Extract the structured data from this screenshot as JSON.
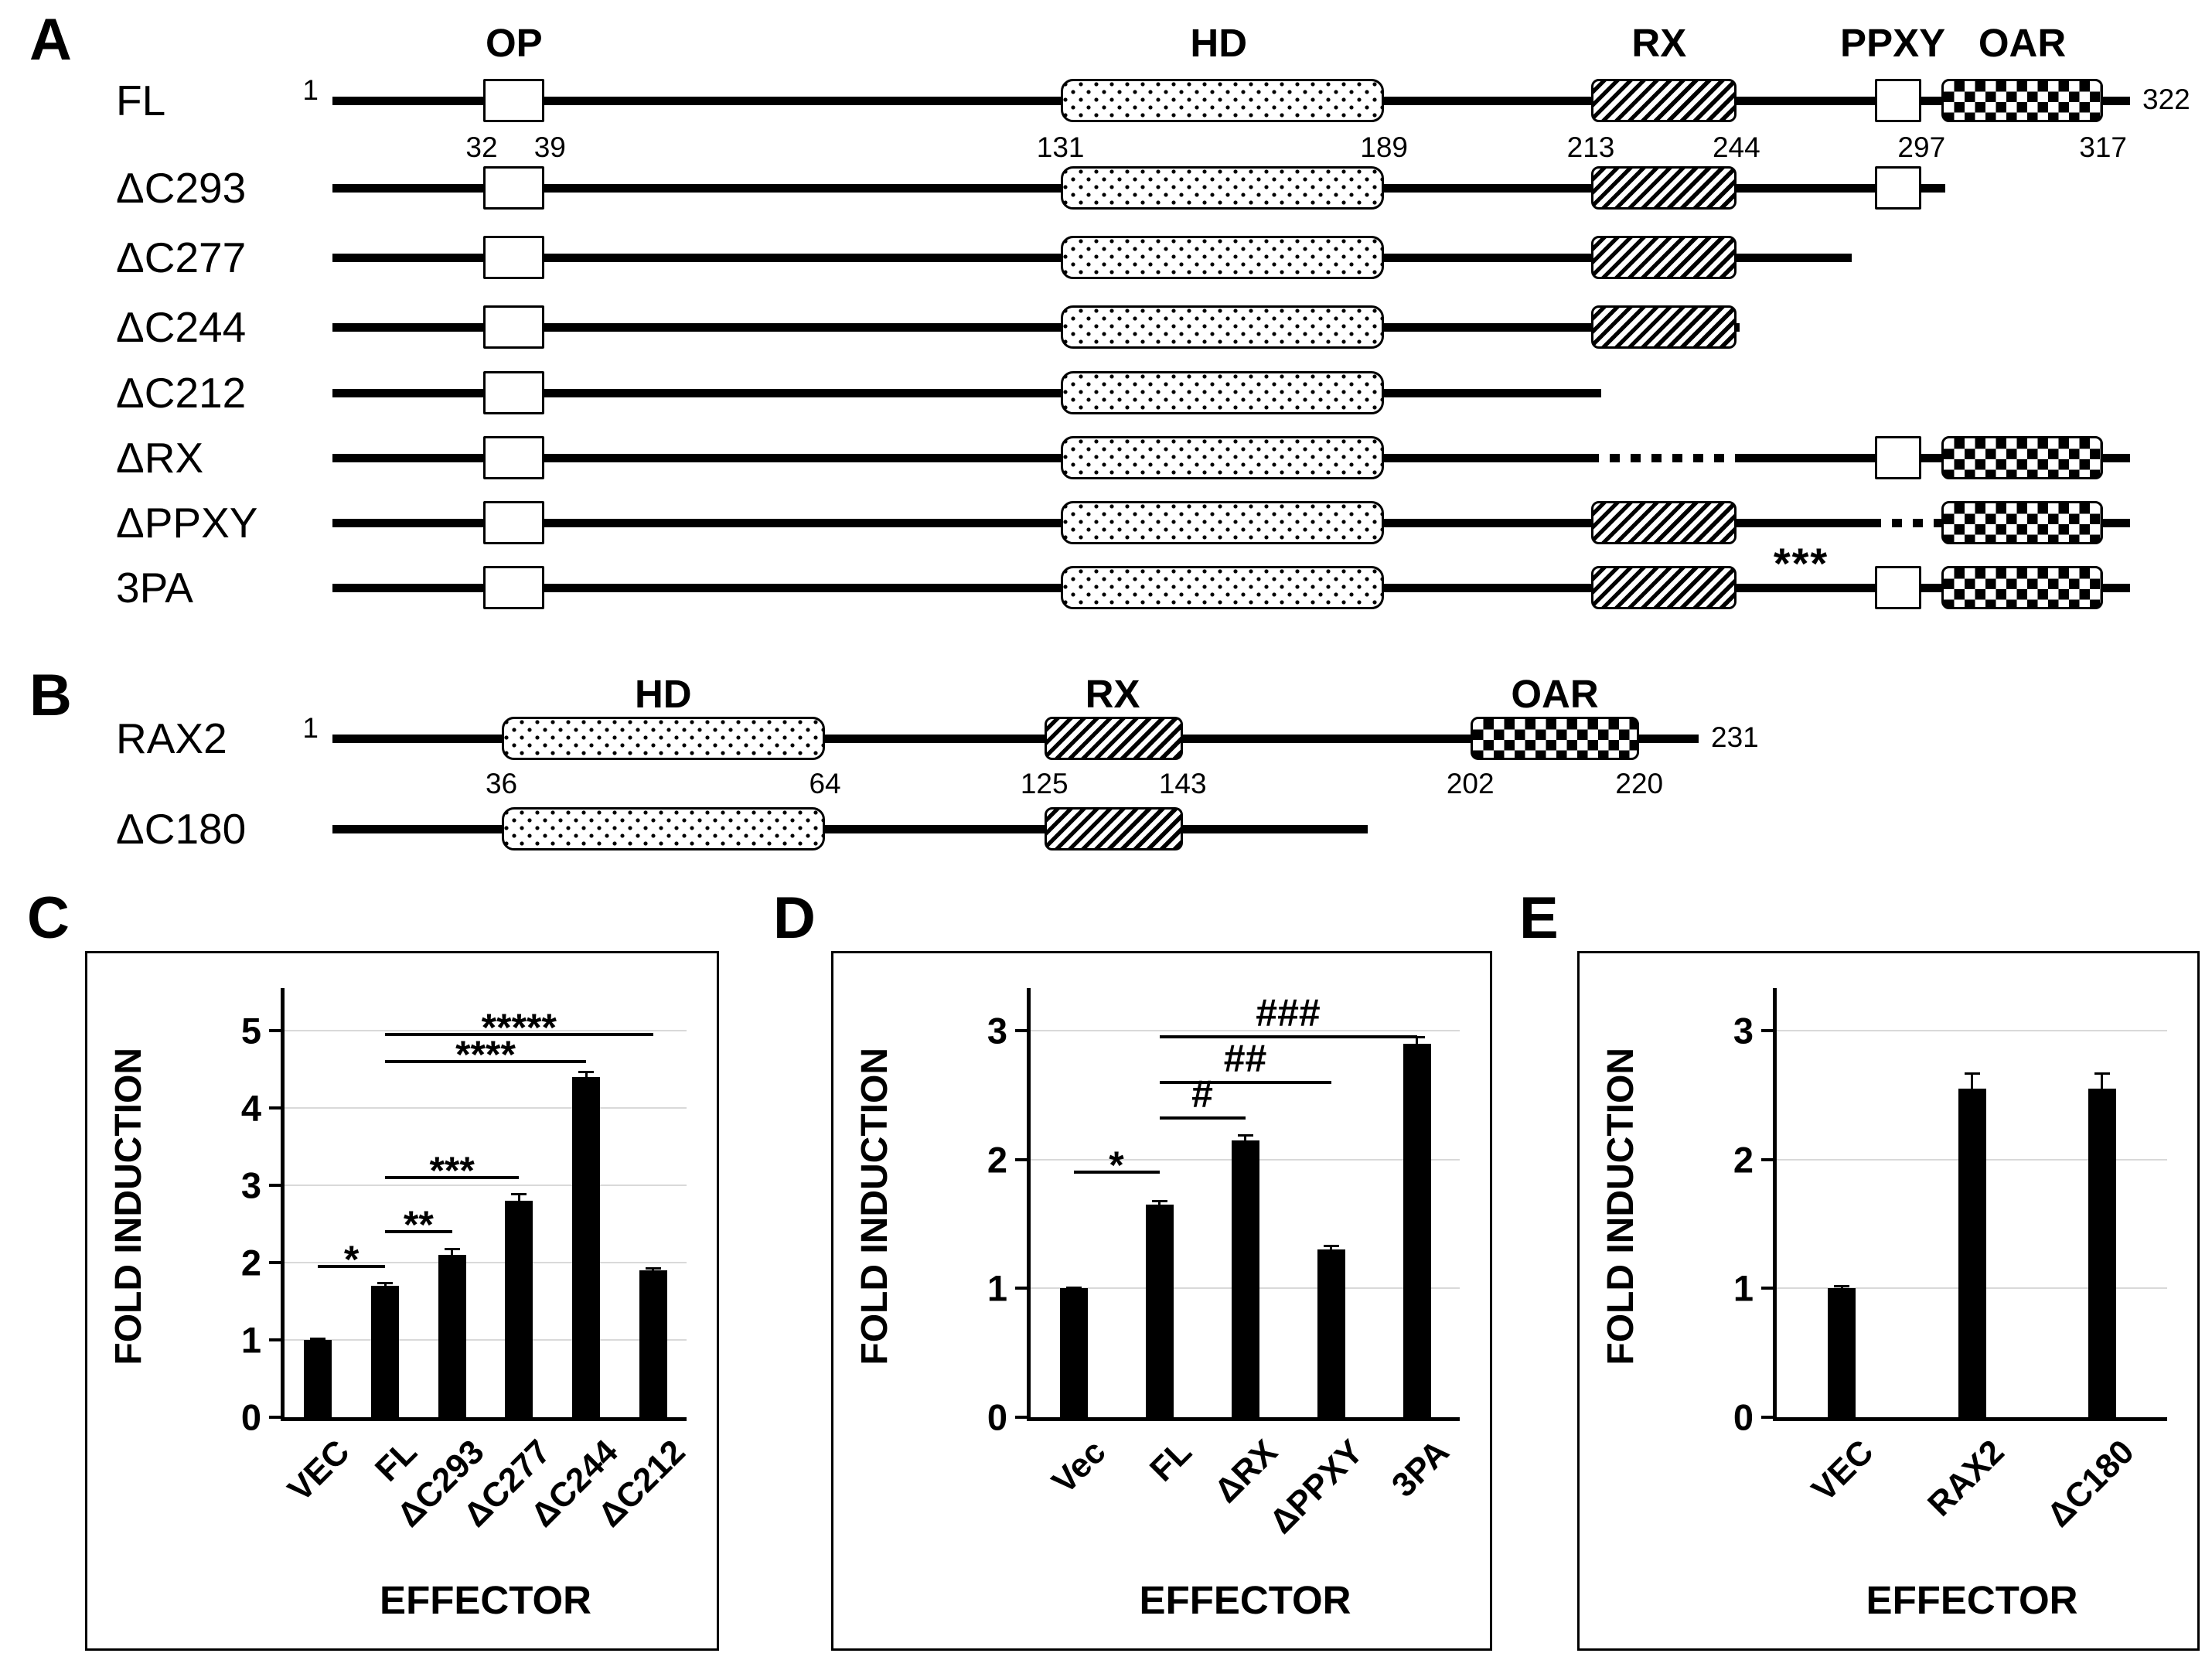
{
  "figure": {
    "background": "#ffffff",
    "ink": "#000000",
    "grid_color": "#d9d9d9",
    "bar_color": "#000000"
  },
  "panelA": {
    "letter": "A",
    "header_labels": [
      {
        "text": "OP",
        "frac": 0.101
      },
      {
        "text": "HD",
        "frac": 0.493
      },
      {
        "text": "RX",
        "frac": 0.738
      },
      {
        "text": "PPXY",
        "frac": 0.868
      },
      {
        "text": "OAR",
        "frac": 0.94
      }
    ],
    "rows": [
      {
        "name": "FL",
        "start_label": "1",
        "end_label": "322",
        "line": [
          [
            0,
            1.0
          ]
        ],
        "dotted": [],
        "domains": [
          {
            "kind": "open",
            "label": "OP",
            "from": 0.084,
            "to": 0.118
          },
          {
            "kind": "stipple",
            "label": "HD",
            "from": 0.405,
            "to": 0.585
          },
          {
            "kind": "hatch",
            "label": "RX",
            "from": 0.7,
            "to": 0.781
          },
          {
            "kind": "open",
            "label": "PPXY",
            "from": 0.858,
            "to": 0.884
          },
          {
            "kind": "checker",
            "label": "OAR",
            "from": 0.895,
            "to": 0.985
          }
        ],
        "numbers": [
          {
            "text": "32",
            "frac": 0.083
          },
          {
            "text": "39",
            "frac": 0.121
          },
          {
            "text": "131",
            "frac": 0.405
          },
          {
            "text": "189",
            "frac": 0.585
          },
          {
            "text": "213",
            "frac": 0.7
          },
          {
            "text": "244",
            "frac": 0.781
          },
          {
            "text": "297",
            "frac": 0.884
          },
          {
            "text": "317",
            "frac": 0.985
          }
        ],
        "annotations": []
      },
      {
        "name": "ΔC293",
        "line": [
          [
            0,
            0.897
          ]
        ],
        "dotted": [],
        "domains": [
          {
            "kind": "open",
            "label": "OP",
            "from": 0.084,
            "to": 0.118
          },
          {
            "kind": "stipple",
            "label": "HD",
            "from": 0.405,
            "to": 0.585
          },
          {
            "kind": "hatch",
            "label": "RX",
            "from": 0.7,
            "to": 0.781
          },
          {
            "kind": "open",
            "label": "PPXY",
            "from": 0.858,
            "to": 0.884
          }
        ],
        "numbers": [],
        "annotations": []
      },
      {
        "name": "ΔC277",
        "line": [
          [
            0,
            0.845
          ]
        ],
        "dotted": [],
        "domains": [
          {
            "kind": "open",
            "label": "OP",
            "from": 0.084,
            "to": 0.118
          },
          {
            "kind": "stipple",
            "label": "HD",
            "from": 0.405,
            "to": 0.585
          },
          {
            "kind": "hatch",
            "label": "RX",
            "from": 0.7,
            "to": 0.781
          }
        ],
        "numbers": [],
        "annotations": []
      },
      {
        "name": "ΔC244",
        "line": [
          [
            0,
            0.783
          ]
        ],
        "dotted": [],
        "domains": [
          {
            "kind": "open",
            "label": "OP",
            "from": 0.084,
            "to": 0.118
          },
          {
            "kind": "stipple",
            "label": "HD",
            "from": 0.405,
            "to": 0.585
          },
          {
            "kind": "hatch",
            "label": "RX",
            "from": 0.7,
            "to": 0.781
          }
        ],
        "numbers": [],
        "annotations": []
      },
      {
        "name": "ΔC212",
        "line": [
          [
            0,
            0.706
          ]
        ],
        "dotted": [],
        "domains": [
          {
            "kind": "open",
            "label": "OP",
            "from": 0.084,
            "to": 0.118
          },
          {
            "kind": "stipple",
            "label": "HD",
            "from": 0.405,
            "to": 0.585
          }
        ],
        "numbers": [],
        "annotations": []
      },
      {
        "name": "ΔRX",
        "line": [
          [
            0,
            0.699
          ],
          [
            0.782,
            1.0
          ]
        ],
        "dotted": [
          [
            0.699,
            0.782
          ]
        ],
        "domains": [
          {
            "kind": "open",
            "label": "OP",
            "from": 0.084,
            "to": 0.118
          },
          {
            "kind": "stipple",
            "label": "HD",
            "from": 0.405,
            "to": 0.585
          },
          {
            "kind": "open",
            "label": "PPXY",
            "from": 0.858,
            "to": 0.884
          },
          {
            "kind": "checker",
            "label": "OAR",
            "from": 0.895,
            "to": 0.985
          }
        ],
        "numbers": [],
        "annotations": []
      },
      {
        "name": "ΔPPXY",
        "line": [
          [
            0,
            0.856
          ],
          [
            0.892,
            1.0
          ]
        ],
        "dotted": [
          [
            0.856,
            0.892
          ]
        ],
        "domains": [
          {
            "kind": "open",
            "label": "OP",
            "from": 0.084,
            "to": 0.118
          },
          {
            "kind": "stipple",
            "label": "HD",
            "from": 0.405,
            "to": 0.585
          },
          {
            "kind": "hatch",
            "label": "RX",
            "from": 0.7,
            "to": 0.781
          },
          {
            "kind": "checker",
            "label": "OAR",
            "from": 0.895,
            "to": 0.985
          }
        ],
        "numbers": [],
        "annotations": []
      },
      {
        "name": "3PA",
        "line": [
          [
            0,
            1.0
          ]
        ],
        "dotted": [],
        "domains": [
          {
            "kind": "open",
            "label": "OP",
            "from": 0.084,
            "to": 0.118
          },
          {
            "kind": "stipple",
            "label": "HD",
            "from": 0.405,
            "to": 0.585
          },
          {
            "kind": "hatch",
            "label": "RX",
            "from": 0.7,
            "to": 0.781
          },
          {
            "kind": "open",
            "label": "PPXY",
            "from": 0.858,
            "to": 0.884
          },
          {
            "kind": "checker",
            "label": "OAR",
            "from": 0.895,
            "to": 0.985
          }
        ],
        "numbers": [],
        "annotations": [
          {
            "text": "***",
            "frac": 0.817
          }
        ]
      }
    ]
  },
  "panelB": {
    "letter": "B",
    "header_labels": [
      {
        "text": "HD",
        "frac": 0.184
      },
      {
        "text": "RX",
        "frac": 0.434
      },
      {
        "text": "OAR",
        "frac": 0.68
      }
    ],
    "rows": [
      {
        "name": "RAX2",
        "start_label": "1",
        "end_label": "231",
        "line": [
          [
            0,
            0.76
          ]
        ],
        "dotted": [],
        "domains": [
          {
            "kind": "stipple",
            "label": "HD",
            "from": 0.094,
            "to": 0.274
          },
          {
            "kind": "hatch",
            "label": "RX",
            "from": 0.396,
            "to": 0.473
          },
          {
            "kind": "checker",
            "label": "OAR",
            "from": 0.633,
            "to": 0.727
          }
        ],
        "numbers": [
          {
            "text": "36",
            "frac": 0.094
          },
          {
            "text": "64",
            "frac": 0.274
          },
          {
            "text": "125",
            "frac": 0.396
          },
          {
            "text": "143",
            "frac": 0.473
          },
          {
            "text": "202",
            "frac": 0.633
          },
          {
            "text": "220",
            "frac": 0.727
          }
        ],
        "annotations": []
      },
      {
        "name": "ΔC180",
        "line": [
          [
            0,
            0.576
          ]
        ],
        "dotted": [],
        "domains": [
          {
            "kind": "stipple",
            "label": "HD",
            "from": 0.094,
            "to": 0.274
          },
          {
            "kind": "hatch",
            "label": "RX",
            "from": 0.396,
            "to": 0.473
          }
        ],
        "numbers": [],
        "annotations": []
      }
    ]
  },
  "chart_data": [
    {
      "panel_letter": "C",
      "type": "bar",
      "ylabel": "FOLD INDUCTION",
      "xlabel": "EFFECTOR",
      "ylim": [
        0,
        5
      ],
      "yticks": [
        0,
        1,
        2,
        3,
        4,
        5
      ],
      "grid": true,
      "categories": [
        "VEC",
        "FL",
        "ΔC293",
        "ΔC277",
        "ΔC244",
        "ΔC212"
      ],
      "values": [
        1.0,
        1.7,
        2.1,
        2.8,
        4.4,
        1.9
      ],
      "errors": [
        0.02,
        0.04,
        0.08,
        0.09,
        0.07,
        0.03
      ],
      "brackets": [
        {
          "from": 0,
          "to": 1,
          "label": "*",
          "y": 1.95
        },
        {
          "from": 1,
          "to": 2,
          "label": "**",
          "y": 2.4
        },
        {
          "from": 1,
          "to": 3,
          "label": "***",
          "y": 3.1
        },
        {
          "from": 1,
          "to": 4,
          "label": "****",
          "y": 4.6
        },
        {
          "from": 1,
          "to": 5,
          "label": "*****",
          "y": 4.95
        }
      ]
    },
    {
      "panel_letter": "D",
      "type": "bar",
      "ylabel": "FOLD INDUCTION",
      "xlabel": "EFFECTOR",
      "ylim": [
        0,
        3
      ],
      "yticks": [
        0,
        1,
        2,
        3
      ],
      "grid": true,
      "categories": [
        "Vec",
        "FL",
        "ΔRX",
        "ΔPPXY",
        "3PA"
      ],
      "values": [
        1.0,
        1.65,
        2.15,
        1.3,
        2.9
      ],
      "errors": [
        0.01,
        0.03,
        0.04,
        0.03,
        0.05
      ],
      "brackets": [
        {
          "from": 0,
          "to": 1,
          "label": "*",
          "y": 1.9
        },
        {
          "from": 1,
          "to": 2,
          "label": "#",
          "y": 2.32
        },
        {
          "from": 1,
          "to": 3,
          "label": "##",
          "y": 2.6
        },
        {
          "from": 1,
          "to": 4,
          "label": "###",
          "y": 2.95
        }
      ]
    },
    {
      "panel_letter": "E",
      "type": "bar",
      "ylabel": "FOLD INDUCTION",
      "xlabel": "EFFECTOR",
      "ylim": [
        0,
        3
      ],
      "yticks": [
        0,
        1,
        2,
        3
      ],
      "grid": true,
      "categories": [
        "VEC",
        "RAX2",
        "ΔC180"
      ],
      "values": [
        1.0,
        2.55,
        2.55
      ],
      "errors": [
        0.02,
        0.12,
        0.12
      ],
      "brackets": []
    }
  ]
}
